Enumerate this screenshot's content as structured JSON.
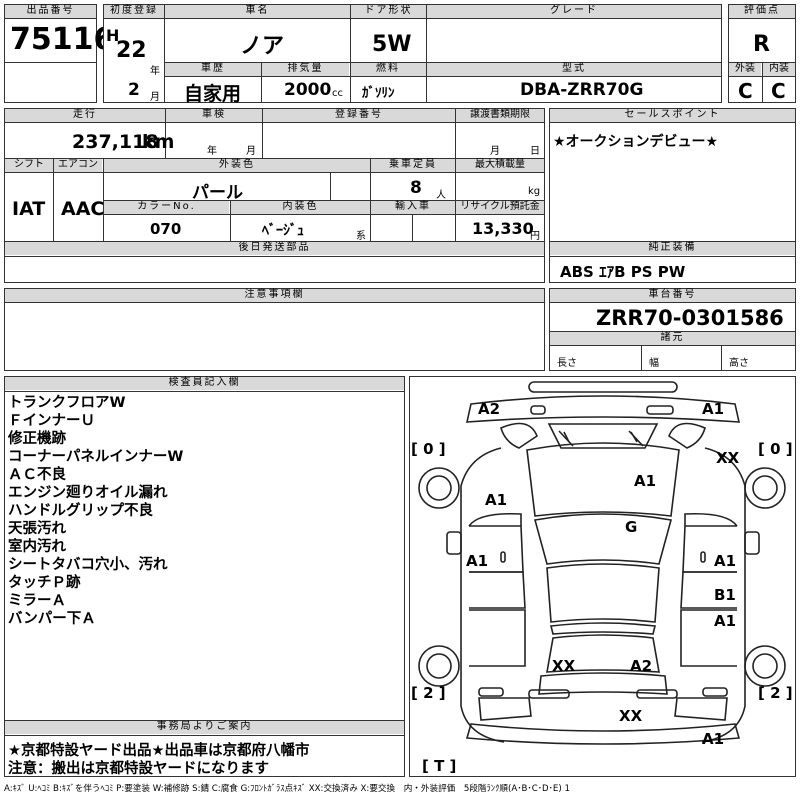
{
  "header": {
    "lot_label": "出品番号",
    "lot": "75116",
    "reg_label": "初度登録",
    "era": "H",
    "year": "22",
    "year_unit": "年",
    "month": "2",
    "month_unit": "月",
    "name_label": "車名",
    "name": "ノア",
    "door_label": "ドア形状",
    "door": "5W",
    "grade_label": "グレード",
    "grade": "",
    "score_label": "評価点",
    "score": "R",
    "history_label": "車歴",
    "history": "自家用",
    "disp_label": "排気量",
    "disp": "2000",
    "disp_unit": "cc",
    "fuel_label": "燃料",
    "fuel": "ｶﾞｿﾘﾝ",
    "model_label": "型式",
    "model": "DBA-ZRR70G",
    "ext_label": "外装",
    "ext": "C",
    "int_label": "内装",
    "int": "C"
  },
  "detail": {
    "mileage_label": "走行",
    "mileage": "237,118",
    "mileage_unit": "km",
    "inspect_label": "車検",
    "inspect_y": "年",
    "inspect_m": "月",
    "plate_label": "登録番号",
    "transfer_label": "譲渡書類期限",
    "transfer_m": "月",
    "transfer_d": "日",
    "shift_label": "シフト",
    "shift": "IAT",
    "ac_label": "エアコン",
    "ac": "AAC",
    "color_label": "外装色",
    "color": "パール",
    "seats_label": "乗車定員",
    "seats": "8",
    "seats_unit": "人",
    "load_label": "最大積載量",
    "load_unit": "kg",
    "colorno_label": "カラーNo.",
    "colorno": "070",
    "intcolor_label": "内装色",
    "intcolor": "ﾍﾞｰｼﾞｭ",
    "intcolor_unit": "系",
    "import_label": "輸入車",
    "recycle_label": "リサイクル預託金",
    "recycle": "13,330",
    "recycle_unit": "円",
    "later_label": "後日発送部品"
  },
  "sales": {
    "label": "セールスポイント",
    "text": "★オークションデビュー★"
  },
  "equip": {
    "label": "純正装備",
    "text": "ABS ｴｱB PS PW"
  },
  "caution": {
    "label": "注意事項欄"
  },
  "chassis": {
    "label": "車台番号",
    "value": "ZRR70-0301586",
    "spec_label": "諸元",
    "len": "長さ",
    "wid": "幅",
    "hgt": "高さ"
  },
  "inspector": {
    "label": "検査員記入欄",
    "notes": [
      "トランクフロアW",
      "ＦインナーＵ",
      "修正機跡",
      "コーナーパネルインナーW",
      "ＡＣ不良",
      "エンジン廻りオイル漏れ",
      "ハンドルグリップ不良",
      "天張汚れ",
      "室内汚れ",
      "シートタバコ穴小、汚れ",
      "タッチＰ跡",
      "ミラーＡ",
      "バンパー下Ａ"
    ]
  },
  "office": {
    "label": "事務局よりご案内",
    "line1": "★京都特設ヤード出品★出品車は京都府八幡市",
    "line2": "注意：搬出は京都特設ヤードになります"
  },
  "diagram": {
    "marks": {
      "a2_top": "A2",
      "a1_top": "A1",
      "xx_fr": "XX",
      "a1_hood": "A1",
      "a1_lfender": "A1",
      "g_glass": "G",
      "a1_ldoor": "A1",
      "a1_rdoor": "A1",
      "b1_rdoor2": "B1",
      "a1_rdoor2": "A1",
      "xx_roof": "XX",
      "a2_roof": "A2",
      "xx_rear": "XX",
      "a1_rear": "A1"
    },
    "tires": {
      "fl": "[ 0 ]",
      "fr": "[ 0 ]",
      "rl": "[ 2 ]",
      "rr": "[ 2 ]",
      "t": "[ T ]"
    }
  },
  "legend": "A:ｷｽﾞ U:ﾍｺﾐ B:ｷｽﾞを伴うﾍｺﾐ P:要塗装 W:補修跡 S:錆 C:腐食 G:ﾌﾛﾝﾄｶﾞﾗｽ点ｷｽﾞ XX:交換済み X:要交換　内・外装評価　5段階ﾗﾝｸ順(A･B･C･D･E) 1"
}
